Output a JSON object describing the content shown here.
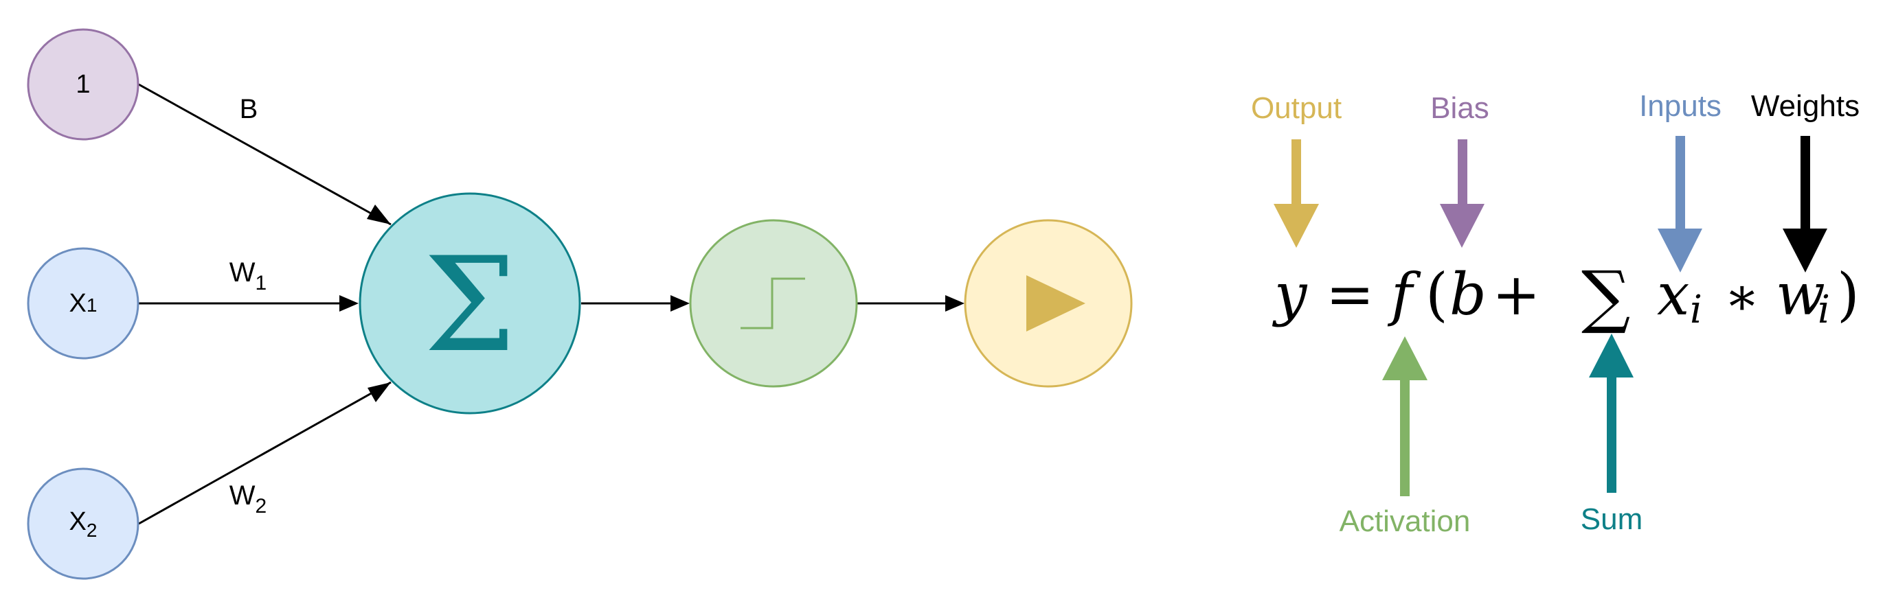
{
  "network": {
    "bias_node_label": "1",
    "input1": {
      "letter": "X",
      "sub": "1"
    },
    "input2": {
      "letter": "X",
      "sub": "2"
    },
    "bias_weight_label": "B",
    "weight1": {
      "letter": "W",
      "sub": "1"
    },
    "weight2": {
      "letter": "W",
      "sub": "2"
    },
    "sum_symbol": "Σ"
  },
  "equation": {
    "y": "y",
    "equals": "=",
    "f": "f",
    "open_paren": "(",
    "b": "b",
    "plus": "+",
    "sigma": "∑",
    "x": "x",
    "x_sub": "i",
    "times": "∗",
    "w": "w",
    "w_sub": "i",
    "close_paren": ")"
  },
  "annotations": {
    "output": "Output",
    "bias": "Bias",
    "inputs": "Inputs",
    "weights": "Weights",
    "activation": "Activation",
    "sum": "Sum"
  },
  "colors": {
    "bias_node_fill": "#e1d5e7",
    "bias_node_stroke": "#9673a6",
    "input_node_fill": "#dae8fc",
    "input_node_stroke": "#6c8ebf",
    "sum_node_fill": "#b0e3e6",
    "sum_node_stroke": "#0e8088",
    "activation_node_fill": "#d5e8d4",
    "activation_node_stroke": "#82b366",
    "output_node_fill": "#fff2cc",
    "output_node_stroke": "#d6b656",
    "output_arrow": "#d6b656",
    "bias_arrow": "#9673a6",
    "inputs_arrow": "#6c8ebf",
    "weights_arrow": "#000000",
    "activation_arrow": "#82b366",
    "sum_arrow": "#0e8088"
  }
}
